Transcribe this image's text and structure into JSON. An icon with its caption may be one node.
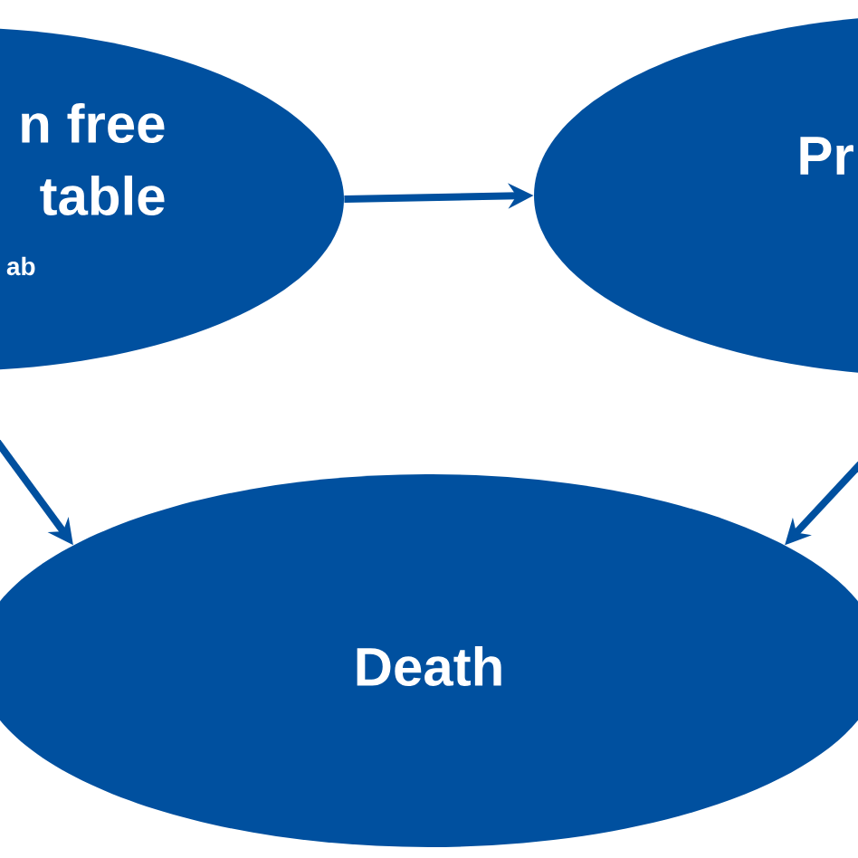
{
  "diagram": {
    "nodes": [
      {
        "text": [
          "n free",
          "table",
          "ab"
        ]
      },
      {
        "text": [
          "Pr"
        ]
      },
      {
        "text": [
          "Death"
        ]
      }
    ],
    "edges": [
      {
        "from": 0,
        "to": 1,
        "arrow": "to"
      },
      {
        "from": 0,
        "to": 2,
        "arrow": "to"
      },
      {
        "from": 1,
        "to": 2,
        "arrow": "to"
      }
    ]
  }
}
